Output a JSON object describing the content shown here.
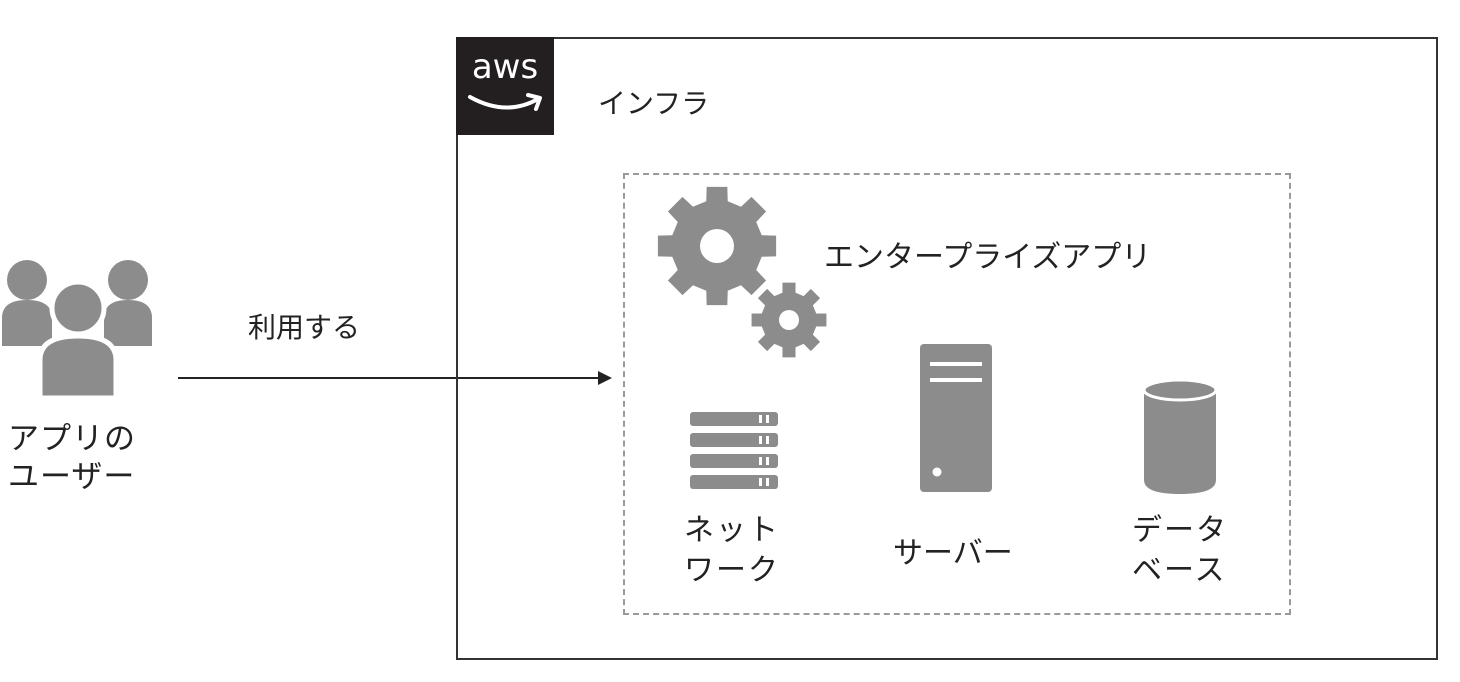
{
  "users": {
    "label_line1": "アプリの",
    "label_line2": "ユーザー",
    "icon": "users-group-icon"
  },
  "arrow": {
    "label": "利用する",
    "icon": "arrow-right-icon"
  },
  "infra": {
    "badge_text": "aws",
    "label": "インフラ",
    "badge_color": "#231f20"
  },
  "enterprise_app": {
    "label": "エンタープライズアプリ",
    "icon": "gears-icon"
  },
  "components": [
    {
      "label_line1": "ネット",
      "label_line2": "ワーク",
      "icon": "network-icon"
    },
    {
      "label_line1": "サーバー",
      "icon": "server-icon"
    },
    {
      "label_line1": "データ",
      "label_line2": "ベース",
      "icon": "database-icon"
    }
  ],
  "colors": {
    "icon_gray": "#8c8c8c",
    "border": "#333333",
    "dashed_border": "#9a9a9a"
  }
}
